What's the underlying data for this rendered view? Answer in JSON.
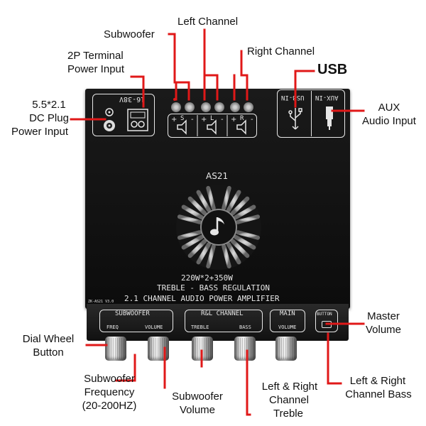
{
  "board": {
    "model": "AS21",
    "power": "220W*2+350W",
    "line1": "TREBLE - BASS REGULATION",
    "line2": "2.1 CHANNEL AUDIO POWER AMPLIFIER",
    "voltage": "16-38V",
    "usb_in": "USB-IN",
    "aux_in": "AUX-IN",
    "button_label": "BUTTON",
    "small_code": "ZK-AS21 V3.0",
    "groups": {
      "subwoofer": "SUBWOOFER",
      "rl_channel": "R&L CHANNEL",
      "main": "MAIN"
    },
    "knob_labels": {
      "freq": "FREQ",
      "sub_volume": "VOLUME",
      "treble": "TREBLE",
      "bass": "BASS",
      "main_volume": "VOLUME"
    },
    "terminal_marks": {
      "s": "S",
      "l": "L",
      "r": "R"
    }
  },
  "callouts": {
    "subwoofer": "Subwoofer",
    "left_channel": "Left Channel",
    "right_channel": "Right Channel",
    "terminal_power_line1": "2P Terminal",
    "terminal_power_line2": "Power Input",
    "usb": "USB",
    "dc_line1": "5.5*2.1",
    "dc_line2": "DC Plug",
    "dc_line3": "Power Input",
    "aux_line1": "AUX",
    "aux_line2": "Audio Input",
    "master_line1": "Master",
    "master_line2": "Volume",
    "dial_line1": "Dial Wheel",
    "dial_line2": "Button",
    "lr_bass_line1": "Left & Right",
    "lr_bass_line2": "Channel Bass",
    "sub_freq_line1": "Subwoofer",
    "sub_freq_line2": "Frequency",
    "sub_freq_line3": "(20-200HZ)",
    "sub_vol_line1": "Subwoofer",
    "sub_vol_line2": "Volume",
    "lr_treble_line1": "Left & Right",
    "lr_treble_line2": "Channel",
    "lr_treble_line3": "Treble"
  },
  "colors": {
    "callout_line": "#e01818",
    "board": "#111111",
    "silkscreen": "#e6e6e6"
  },
  "icons": [
    "music-note-icon",
    "speaker-icon",
    "usb-icon",
    "audio-jack-icon",
    "dc-plug-icon"
  ]
}
